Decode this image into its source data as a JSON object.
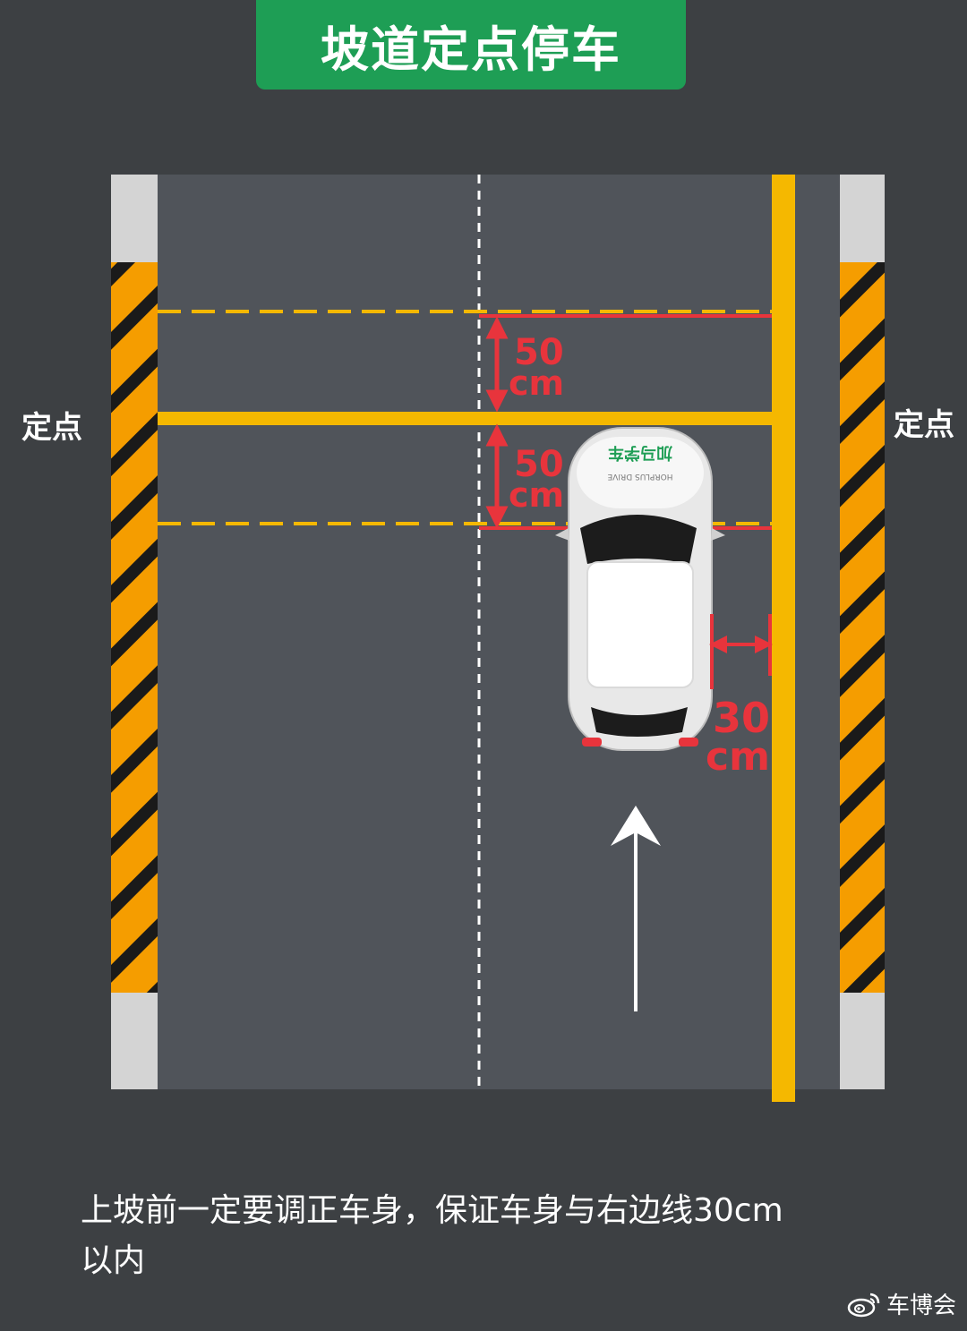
{
  "title": "坡道定点停车",
  "labels": {
    "left_point": "定点",
    "right_point": "定点"
  },
  "measurements": {
    "upper_gap_value": "50",
    "upper_gap_unit": "cm",
    "lower_gap_value": "50",
    "lower_gap_unit": "cm",
    "side_gap_value": "30",
    "side_gap_unit": "cm"
  },
  "car_brand": "加马学车",
  "car_brand_en": "HORPLUS DRIVE",
  "caption": {
    "line1": "上坡前一定要调正车身，保证车身与右边线30cm",
    "line2": "以内"
  },
  "credit": {
    "icon": "weibo-icon",
    "text": "车博会"
  },
  "colors": {
    "background": "#3d4043",
    "road": "#50545a",
    "banner": "#1e9e55",
    "yellow_line": "#f5b800",
    "measure_red": "#e8343c",
    "hazard_orange": "#f59d00"
  }
}
